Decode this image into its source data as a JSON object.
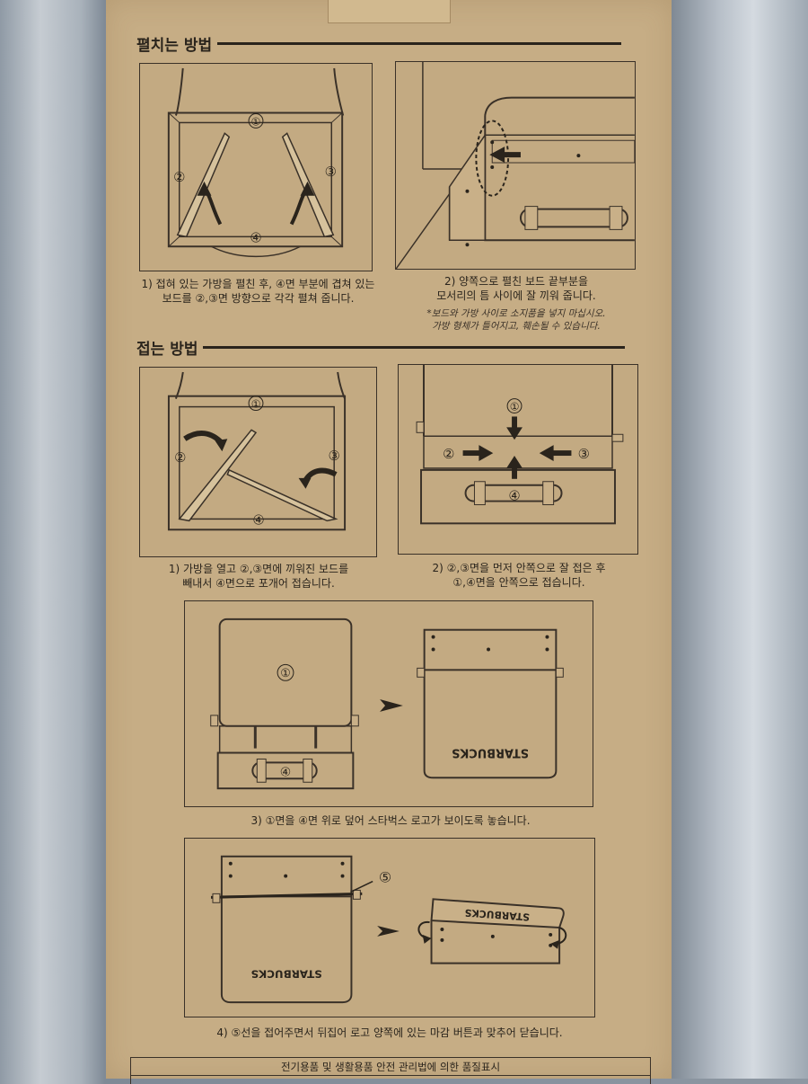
{
  "sections": {
    "unfold_title": "펼치는 방법",
    "fold_title": "접는 방법"
  },
  "markers": {
    "m1": "①",
    "m2": "②",
    "m3": "③",
    "m4": "④",
    "m5": "⑤"
  },
  "logo_text": "STARBUCKS",
  "captions": {
    "unfold_1": [
      "1) 접혀 있는 가방을 펼친 후, ④면 부분에 겹쳐 있는",
      "보드를 ②,③면 방향으로 각각 펼쳐 줍니다."
    ],
    "unfold_2": [
      "2) 양쪽으로 펼친 보드 끝부분을",
      "모서리의 틈 사이에 잘 끼워 줍니다."
    ],
    "unfold_note": [
      "*보드와 가방 사이로 소지품을 넣지 마십시오.",
      "가방 형체가 틀어지고, 훼손될 수 있습니다."
    ],
    "fold_1": [
      "1) 가방을 열고 ②,③면에 끼워진 보드를",
      "빼내서 ④면으로 포개어 접습니다."
    ],
    "fold_2": [
      "2) ②,③면을 먼저 안쪽으로 잘 접은 후",
      "①,④면을 안쪽으로 접습니다."
    ],
    "fold_3": "3) ①면을 ④면 위로 덮어 스타벅스 로고가 보이도록 놓습니다.",
    "fold_4": "4) ⑤선을 접어주면서 뒤집어 로고 양쪽에 있는 마감 버튼과 맞추어 닫습니다."
  },
  "footer": {
    "label": "전기용품 및 생활용품 안전 관리법에 의한 품질표시"
  }
}
